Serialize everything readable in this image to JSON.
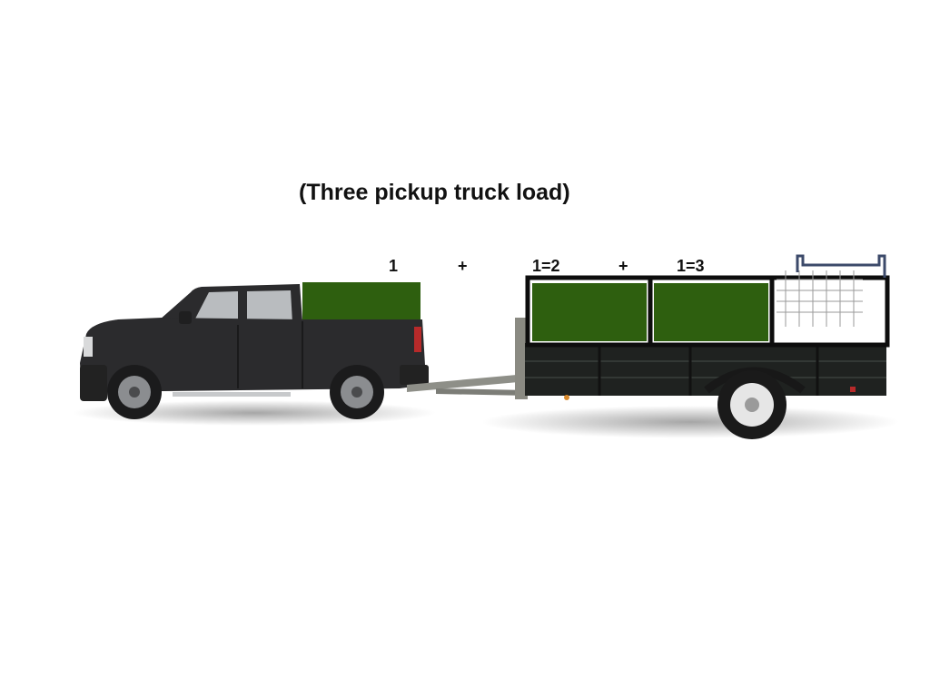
{
  "title": "(Three pickup truck load)",
  "equation": {
    "term1": "1",
    "plus1": "+",
    "term2": "1=2",
    "plus2": "+",
    "term3": "1=3"
  },
  "colors": {
    "load_green": "#2e5f0f",
    "truck_body": "#2b2b2d",
    "trailer_body": "#1f2220",
    "background": "#ffffff"
  },
  "scene": {
    "vehicle": "pickup-truck",
    "trailer": "utility-trailer",
    "load_blocks": 3
  }
}
